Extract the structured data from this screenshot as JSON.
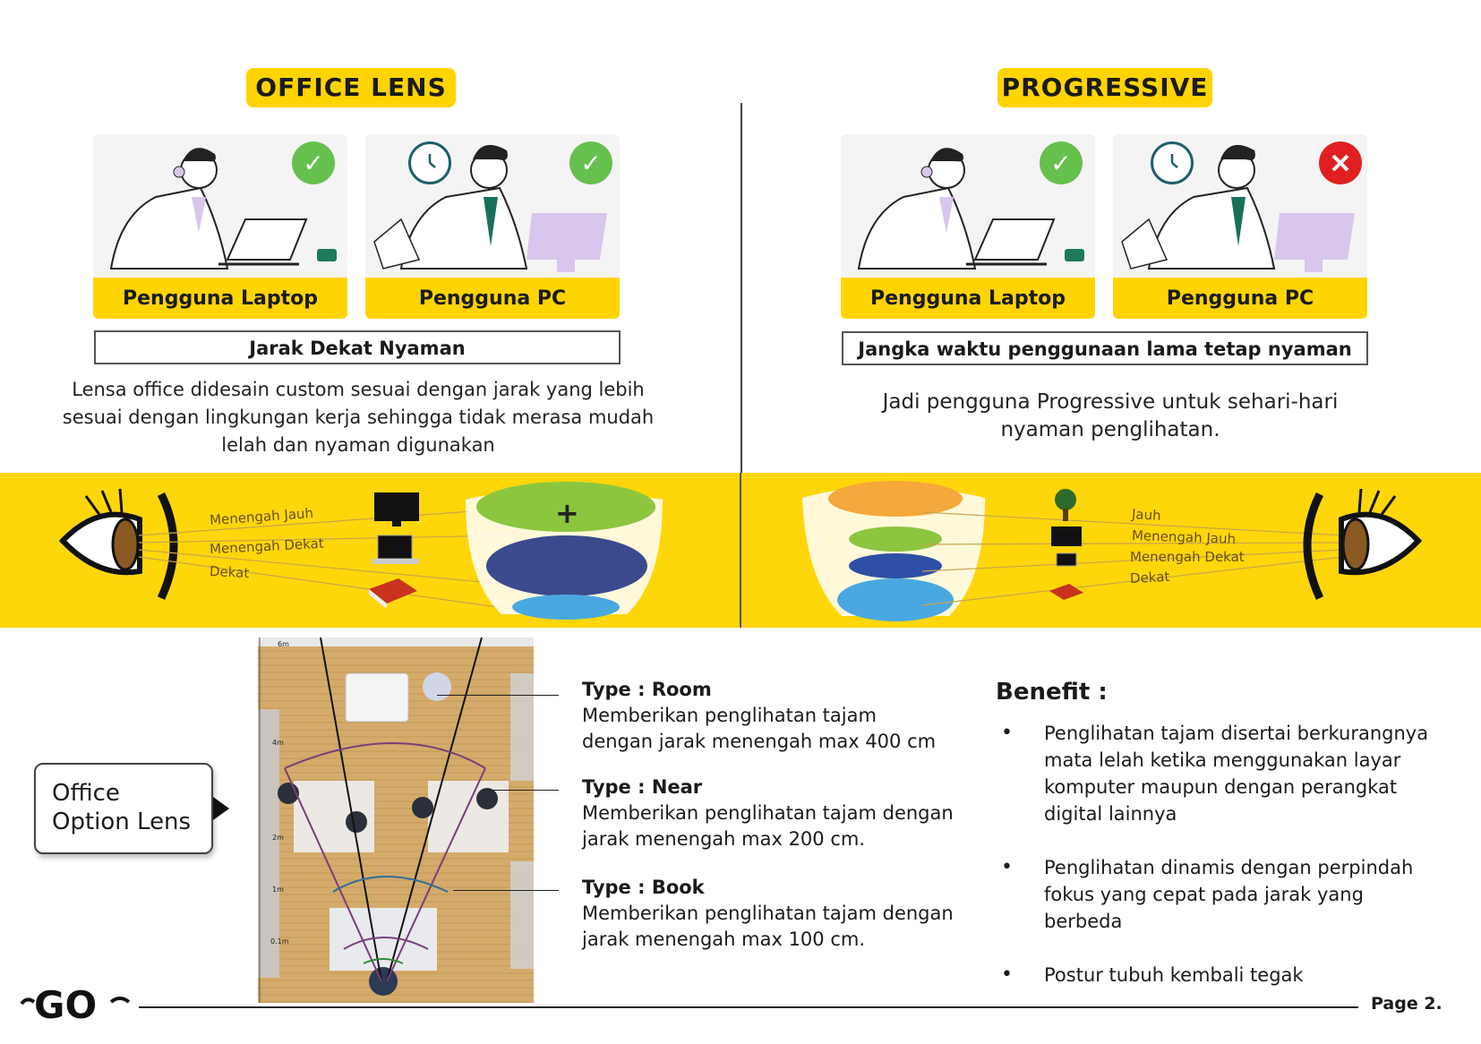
{
  "left": {
    "label": "OFFICE LENS",
    "cards": [
      {
        "caption": "Pengguna Laptop",
        "status": "ok"
      },
      {
        "caption": "Pengguna PC",
        "status": "ok"
      }
    ],
    "boxed_text": "Jarak Dekat Nyaman",
    "description_lines": [
      "Lensa office didesain custom sesuai dengan jarak yang lebih",
      "sesuai dengan lingkungan kerja sehingga tidak merasa mudah",
      "lelah dan nyaman digunakan"
    ]
  },
  "right": {
    "label": "PROGRESSIVE",
    "cards": [
      {
        "caption": "Pengguna Laptop",
        "status": "ok"
      },
      {
        "caption": "Pengguna PC",
        "status": "no"
      }
    ],
    "boxed_text": "Jangka waktu penggunaan lama tetap nyaman",
    "description_lines": [
      "Jadi pengguna Progressive untuk sehari-hari",
      "nyaman penglihatan."
    ]
  },
  "band": {
    "left_distances": [
      "Menengah Jauh",
      "Menengah Dekat",
      "Dekat"
    ],
    "right_distances": [
      "Jauh",
      "Menengah Jauh",
      "Menengah Dekat",
      "Dekat"
    ],
    "colors": {
      "band": "#ffd60a",
      "green": "#8cc63f",
      "navy": "#3b4a8c",
      "blue": "#4aa8e0",
      "orange": "#f7a83a"
    }
  },
  "option_box": {
    "line1": "Office",
    "line2": "Option Lens"
  },
  "photo_scale": [
    "6m",
    "4m",
    "2m",
    "1m",
    "0.1m"
  ],
  "types": [
    {
      "title": "Type : Room",
      "line1": "Memberikan penglihatan tajam",
      "line2": "dengan jarak menengah max 400 cm"
    },
    {
      "title": "Type : Near",
      "line1": "Memberikan penglihatan tajam dengan",
      "line2": "jarak menengah max 200 cm."
    },
    {
      "title": "Type : Book",
      "line1": "Memberikan penglihatan tajam dengan",
      "line2": "jarak menengah max 100 cm."
    }
  ],
  "benefit": {
    "title": "Benefit :",
    "items": [
      {
        "lines": [
          "Penglihatan tajam disertai berkurangnya",
          "mata lelah ketika menggunakan layar",
          "komputer maupun dengan perangkat",
          "digital lainnya"
        ]
      },
      {
        "lines": [
          "Penglihatan dinamis dengan perpindah",
          "fokus yang cepat pada jarak yang berbeda"
        ]
      },
      {
        "lines": [
          "Postur tubuh kembali tegak"
        ]
      }
    ]
  },
  "footer": {
    "page": "Page 2.",
    "logo_text": "GO"
  }
}
